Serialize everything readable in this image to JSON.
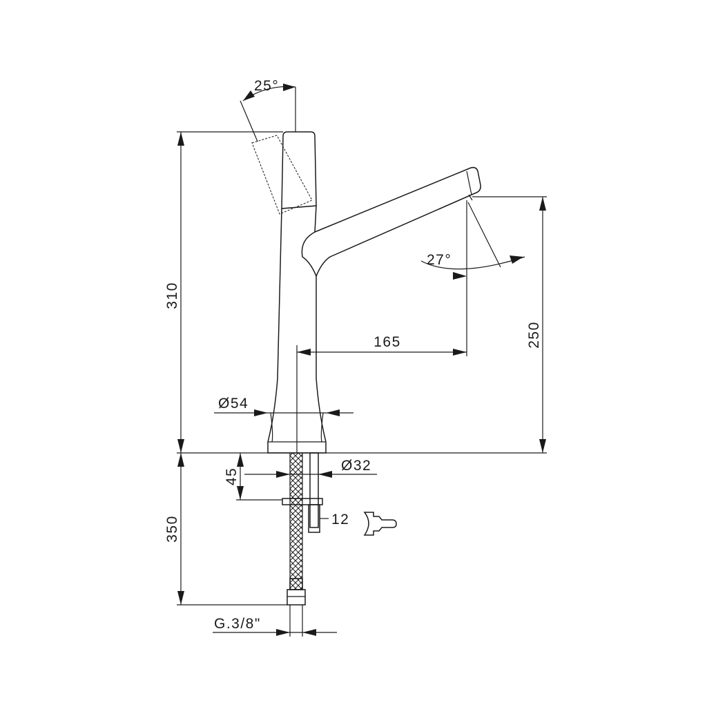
{
  "drawing": {
    "dimensions": {
      "total_height": "310",
      "spout_height": "250",
      "spout_reach": "165",
      "base_diameter": "Ø54",
      "shank_diameter": "Ø32",
      "shank_length": "45",
      "hose_length": "350",
      "nut_size": "12",
      "connection_thread": "G.3/8\"",
      "handle_angle": "25°",
      "spout_angle": "27°"
    },
    "icons": {
      "wrench": "wrench-icon"
    },
    "colors": {
      "line": "#1a1a1a",
      "background": "#ffffff"
    }
  }
}
